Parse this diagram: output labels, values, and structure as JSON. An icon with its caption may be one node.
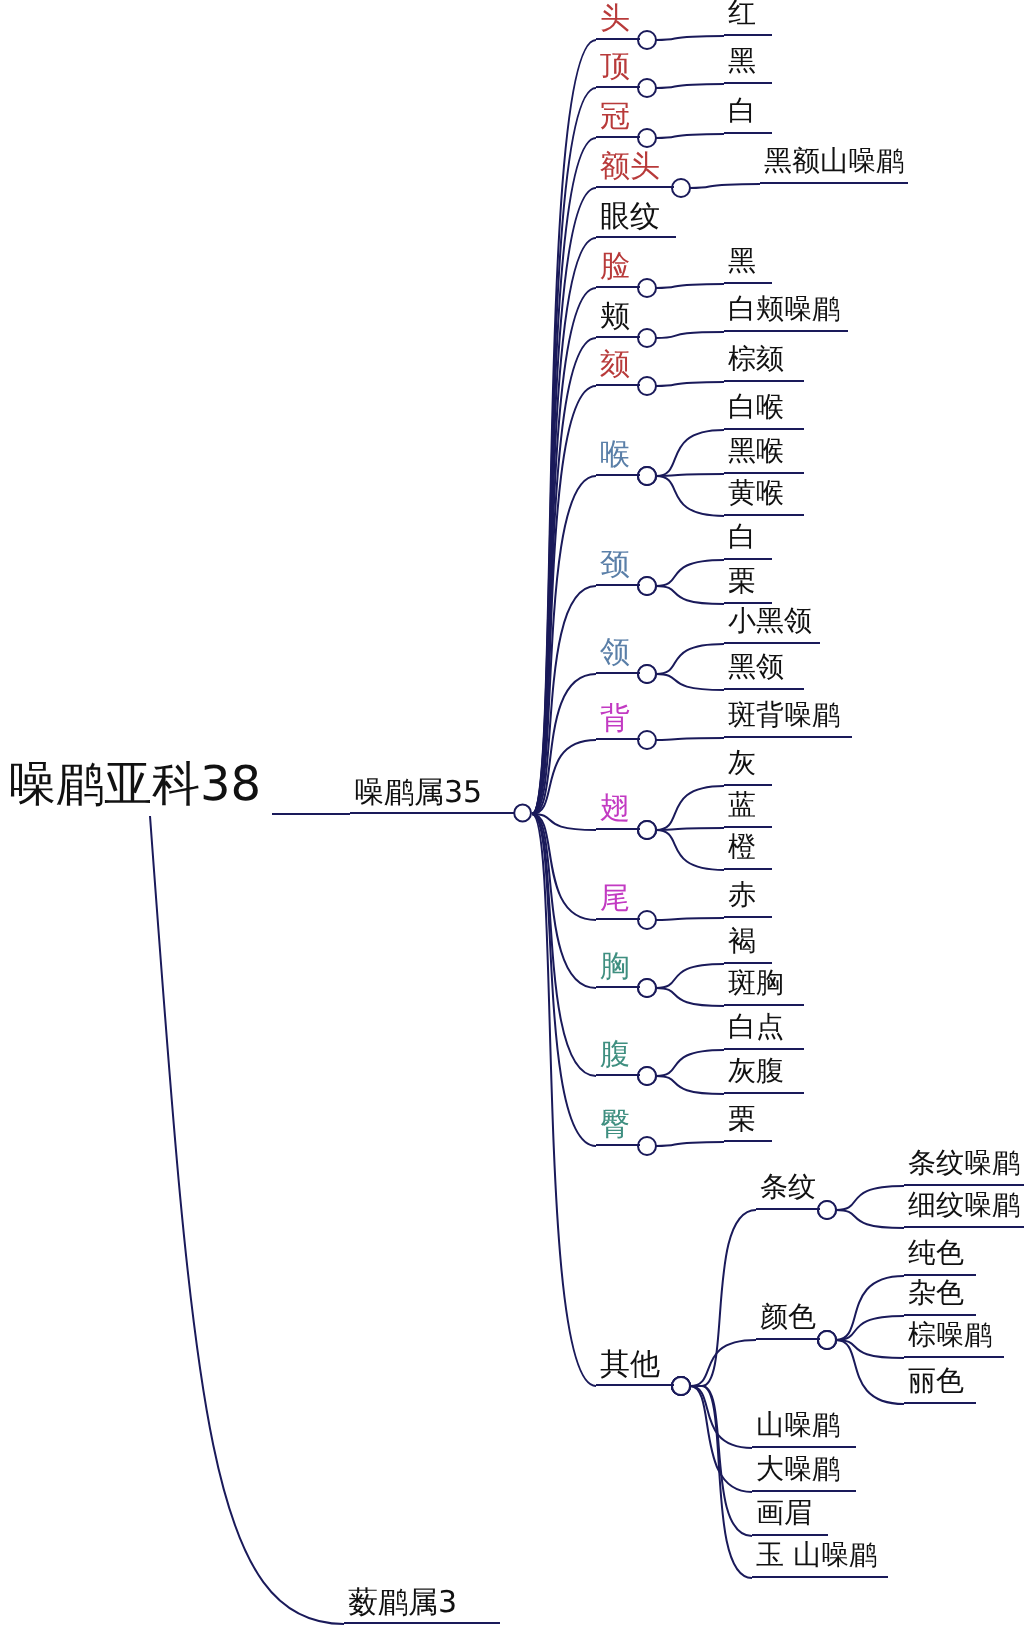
{
  "diagram": {
    "nodes": [
      {
        "text": [
          "噪鹛亚科38"
        ]
      },
      {
        "text": [
          "噪鹛属35"
        ]
      },
      {
        "text": [
          "头"
        ]
      },
      {
        "text": [
          "红"
        ]
      },
      {
        "text": [
          "顶"
        ]
      },
      {
        "text": [
          "黑"
        ]
      },
      {
        "text": [
          "冠"
        ]
      },
      {
        "text": [
          "白"
        ]
      },
      {
        "text": [
          "额头"
        ]
      },
      {
        "text": [
          "黑额山噪鹛"
        ]
      },
      {
        "text": [
          "眼纹"
        ]
      },
      {
        "text": [
          "脸"
        ]
      },
      {
        "text": [
          "黑"
        ]
      },
      {
        "text": [
          "颊"
        ]
      },
      {
        "text": [
          "白颊噪鹛"
        ]
      },
      {
        "text": [
          "颏"
        ]
      },
      {
        "text": [
          "棕颏"
        ]
      },
      {
        "text": [
          "喉"
        ]
      },
      {
        "text": [
          "白喉"
        ]
      },
      {
        "text": [
          "黑喉"
        ]
      },
      {
        "text": [
          "黄喉"
        ]
      },
      {
        "text": [
          "颈"
        ]
      },
      {
        "text": [
          "白"
        ]
      },
      {
        "text": [
          "栗"
        ]
      },
      {
        "text": [
          "领"
        ]
      },
      {
        "text": [
          "小黑领"
        ]
      },
      {
        "text": [
          "黑领"
        ]
      },
      {
        "text": [
          "背"
        ]
      },
      {
        "text": [
          "斑背噪鹛"
        ]
      },
      {
        "text": [
          "翅"
        ]
      },
      {
        "text": [
          "灰"
        ]
      },
      {
        "text": [
          "蓝"
        ]
      },
      {
        "text": [
          "橙"
        ]
      },
      {
        "text": [
          "尾"
        ]
      },
      {
        "text": [
          "赤"
        ]
      },
      {
        "text": [
          "胸"
        ]
      },
      {
        "text": [
          "褐"
        ]
      },
      {
        "text": [
          "斑胸"
        ]
      },
      {
        "text": [
          "腹"
        ]
      },
      {
        "text": [
          "白点"
        ]
      },
      {
        "text": [
          "灰腹"
        ]
      },
      {
        "text": [
          "臀"
        ]
      },
      {
        "text": [
          "栗"
        ]
      },
      {
        "text": [
          "其他"
        ]
      },
      {
        "text": [
          "条纹"
        ]
      },
      {
        "text": [
          "条纹噪鹛"
        ]
      },
      {
        "text": [
          "细纹噪鹛"
        ]
      },
      {
        "text": [
          "颜色"
        ]
      },
      {
        "text": [
          "纯色"
        ]
      },
      {
        "text": [
          "杂色"
        ]
      },
      {
        "text": [
          "棕噪鹛"
        ]
      },
      {
        "text": [
          "丽色"
        ]
      },
      {
        "text": [
          "山噪鹛"
        ]
      },
      {
        "text": [
          "大噪鹛"
        ]
      },
      {
        "text": [
          "画眉"
        ]
      },
      {
        "text": [
          "玉 山噪鹛"
        ]
      },
      {
        "text": [
          "薮鹛属3"
        ]
      }
    ],
    "edges": [
      {
        "from": 0,
        "to": 1,
        "arrow": "none"
      },
      {
        "from": 0,
        "to": 56,
        "arrow": "none"
      },
      {
        "from": 1,
        "to": 2,
        "arrow": "none"
      },
      {
        "from": 2,
        "to": 3,
        "arrow": "other"
      },
      {
        "from": 1,
        "to": 4,
        "arrow": "none"
      },
      {
        "from": 4,
        "to": 5,
        "arrow": "other"
      },
      {
        "from": 1,
        "to": 6,
        "arrow": "none"
      },
      {
        "from": 6,
        "to": 7,
        "arrow": "other"
      },
      {
        "from": 1,
        "to": 8,
        "arrow": "none"
      },
      {
        "from": 8,
        "to": 9,
        "arrow": "other"
      },
      {
        "from": 1,
        "to": 10,
        "arrow": "none"
      },
      {
        "from": 1,
        "to": 11,
        "arrow": "none"
      },
      {
        "from": 11,
        "to": 12,
        "arrow": "other"
      },
      {
        "from": 1,
        "to": 13,
        "arrow": "none"
      },
      {
        "from": 13,
        "to": 14,
        "arrow": "other"
      },
      {
        "from": 1,
        "to": 15,
        "arrow": "none"
      },
      {
        "from": 15,
        "to": 16,
        "arrow": "other"
      },
      {
        "from": 1,
        "to": 17,
        "arrow": "none"
      },
      {
        "from": 17,
        "to": 18,
        "arrow": "other"
      },
      {
        "from": 17,
        "to": 19,
        "arrow": "other"
      },
      {
        "from": 17,
        "to": 20,
        "arrow": "other"
      },
      {
        "from": 1,
        "to": 21,
        "arrow": "none"
      },
      {
        "from": 21,
        "to": 22,
        "arrow": "other"
      },
      {
        "from": 21,
        "to": 23,
        "arrow": "other"
      },
      {
        "from": 1,
        "to": 24,
        "arrow": "none"
      },
      {
        "from": 24,
        "to": 25,
        "arrow": "other"
      },
      {
        "from": 24,
        "to": 26,
        "arrow": "other"
      },
      {
        "from": 1,
        "to": 27,
        "arrow": "none"
      },
      {
        "from": 27,
        "to": 28,
        "arrow": "other"
      },
      {
        "from": 1,
        "to": 29,
        "arrow": "none"
      },
      {
        "from": 29,
        "to": 30,
        "arrow": "other"
      },
      {
        "from": 29,
        "to": 31,
        "arrow": "other"
      },
      {
        "from": 29,
        "to": 32,
        "arrow": "other"
      },
      {
        "from": 1,
        "to": 33,
        "arrow": "none"
      },
      {
        "from": 33,
        "to": 34,
        "arrow": "other"
      },
      {
        "from": 1,
        "to": 35,
        "arrow": "none"
      },
      {
        "from": 35,
        "to": 36,
        "arrow": "other"
      },
      {
        "from": 35,
        "to": 37,
        "arrow": "other"
      },
      {
        "from": 1,
        "to": 38,
        "arrow": "none"
      },
      {
        "from": 38,
        "to": 39,
        "arrow": "other"
      },
      {
        "from": 38,
        "to": 40,
        "arrow": "other"
      },
      {
        "from": 1,
        "to": 41,
        "arrow": "none"
      },
      {
        "from": 41,
        "to": 42,
        "arrow": "other"
      },
      {
        "from": 1,
        "to": 43,
        "arrow": "none"
      },
      {
        "from": 43,
        "to": 44,
        "arrow": "other"
      },
      {
        "from": 44,
        "to": 45,
        "arrow": "other"
      },
      {
        "from": 44,
        "to": 46,
        "arrow": "other"
      },
      {
        "from": 43,
        "to": 47,
        "arrow": "other"
      },
      {
        "from": 47,
        "to": 48,
        "arrow": "other"
      },
      {
        "from": 47,
        "to": 49,
        "arrow": "other"
      },
      {
        "from": 47,
        "to": 50,
        "arrow": "other"
      },
      {
        "from": 47,
        "to": 51,
        "arrow": "other"
      },
      {
        "from": 43,
        "to": 52,
        "arrow": "other"
      },
      {
        "from": 43,
        "to": 53,
        "arrow": "other"
      },
      {
        "from": 43,
        "to": 54,
        "arrow": "other"
      },
      {
        "from": 43,
        "to": 55,
        "arrow": "other"
      }
    ]
  }
}
